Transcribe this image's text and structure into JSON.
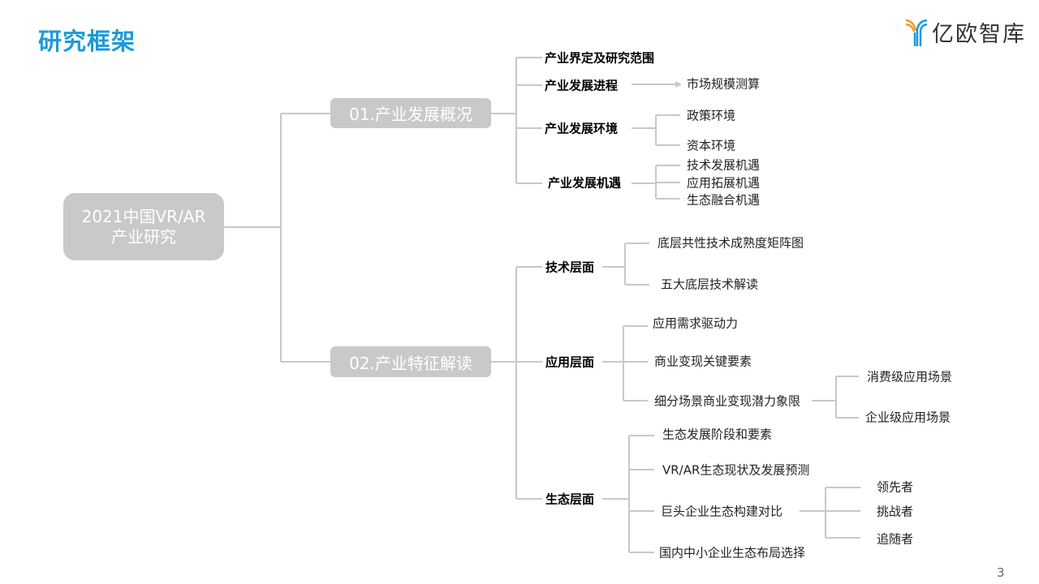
{
  "title": "研究框架",
  "logo": {
    "text": "亿欧智库"
  },
  "page_number": "3",
  "root": {
    "line1": "2021中国VR/AR",
    "line2": "产业研究"
  },
  "sections": [
    {
      "label": "01.产业发展概况",
      "children": [
        {
          "label": "产业界定及研究范围",
          "children": []
        },
        {
          "label": "产业发展进程",
          "children": [
            "市场规模测算"
          ]
        },
        {
          "label": "产业发展环境",
          "children": [
            "政策环境",
            "资本环境"
          ]
        },
        {
          "label": "产业发展机遇",
          "children": [
            "技术发展机遇",
            "应用拓展机遇",
            "生态融合机遇"
          ]
        }
      ]
    },
    {
      "label": "02.产业特征解读",
      "children": [
        {
          "label": "技术层面",
          "children": [
            "底层共性技术成熟度矩阵图",
            "五大底层技术解读"
          ]
        },
        {
          "label": "应用层面",
          "children": [
            "应用需求驱动力",
            "商业变现关键要素",
            "细分场景商业变现潜力象限"
          ],
          "sub": [
            "消费级应用场景",
            "企业级应用场景"
          ]
        },
        {
          "label": "生态层面",
          "children": [
            "生态发展阶段和要素",
            "VR/AR生态现状及发展预测",
            "巨头企业生态构建对比",
            "国内中小企业生态布局选择"
          ],
          "sub": [
            "领先者",
            "挑战者",
            "追随者"
          ]
        }
      ]
    }
  ]
}
